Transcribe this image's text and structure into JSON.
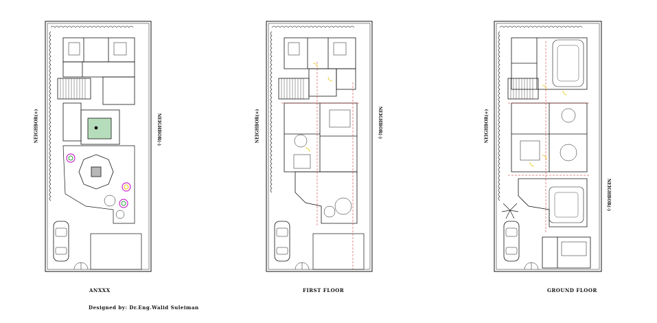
{
  "plans": [
    {
      "id": "annex",
      "title": "ANXXX",
      "left_label": "NEIGHBOR(+)",
      "right_label": "NEIGHBOR(-)"
    },
    {
      "id": "first",
      "title": "FIRST FLOOR",
      "left_label": "NEIGHBOR(+)",
      "right_label": "NEIGHBOR(-)"
    },
    {
      "id": "ground",
      "title": "GROUND FLOOR",
      "left_label": "NEIGHBOR(+)",
      "right_label": "NEIGHBOR(-)"
    }
  ],
  "designer_credit": "Designed by: Dr.Eng.Walid Suleiman",
  "colors": {
    "line": "#111111",
    "accent_red": "#cc1111",
    "accent_yellow": "#e8c400",
    "accent_green": "#2e9e3c",
    "accent_magenta": "#cc22cc"
  }
}
